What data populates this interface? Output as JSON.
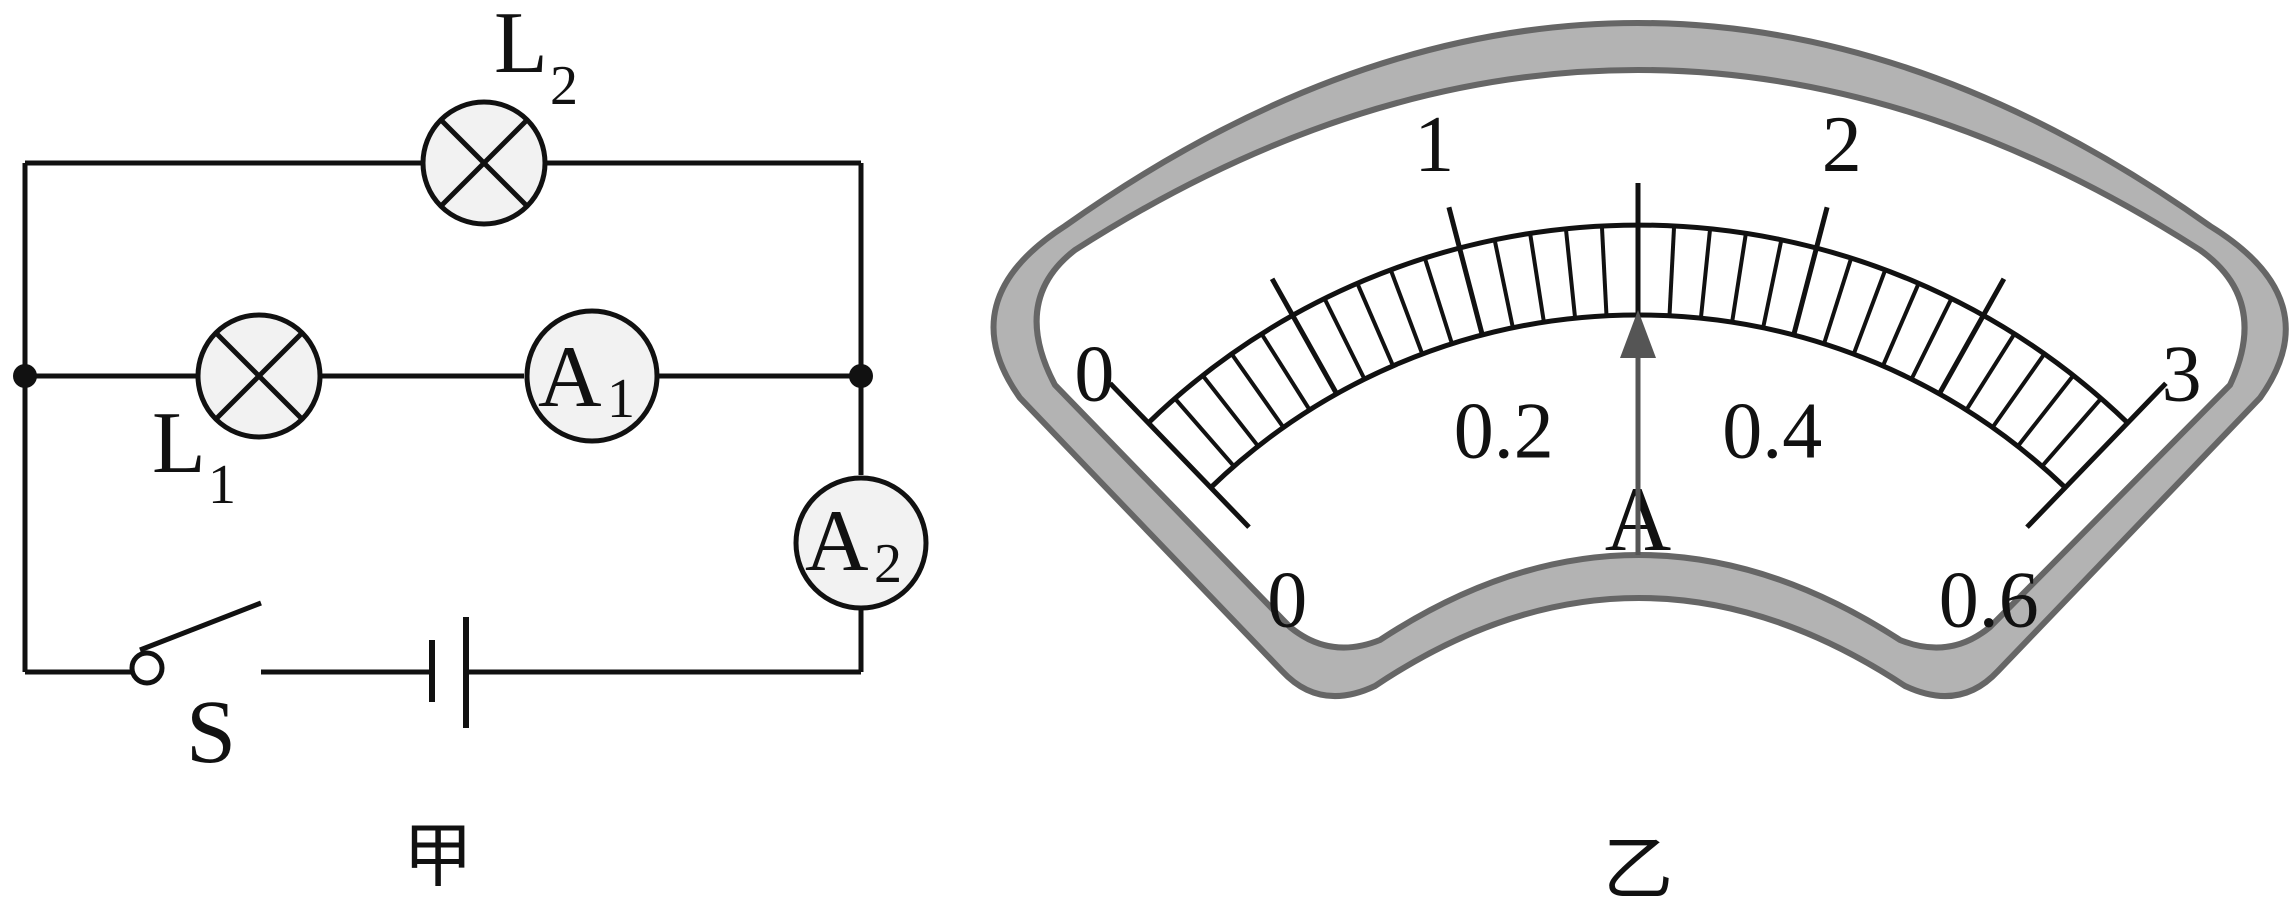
{
  "colors": {
    "ink": "#111111",
    "lamp_fill": "#f2f2f2",
    "meter_fill": "#f2f2f2",
    "case_fill": "#b3b3b3",
    "case_stroke": "#666666",
    "face_fill": "#ffffff",
    "pointer": "#555555"
  },
  "circuit": {
    "caption": "甲",
    "lamp_L1": {
      "letter": "L",
      "subscript": "1"
    },
    "lamp_L2": {
      "letter": "L",
      "subscript": "2"
    },
    "ammeter_A1": {
      "letter": "A",
      "subscript": "1"
    },
    "ammeter_A2": {
      "letter": "A",
      "subscript": "2"
    },
    "switch": {
      "label": "S"
    }
  },
  "meter": {
    "caption": "乙",
    "unit_symbol": "A",
    "upper_scale": {
      "labels": [
        "0",
        "1",
        "2",
        "3"
      ],
      "max": 3
    },
    "lower_scale": {
      "labels": [
        "0",
        "0.2",
        "0.4",
        "0.6"
      ],
      "max": 0.6
    },
    "divisions": 30,
    "pointer_fraction": 0.5
  }
}
